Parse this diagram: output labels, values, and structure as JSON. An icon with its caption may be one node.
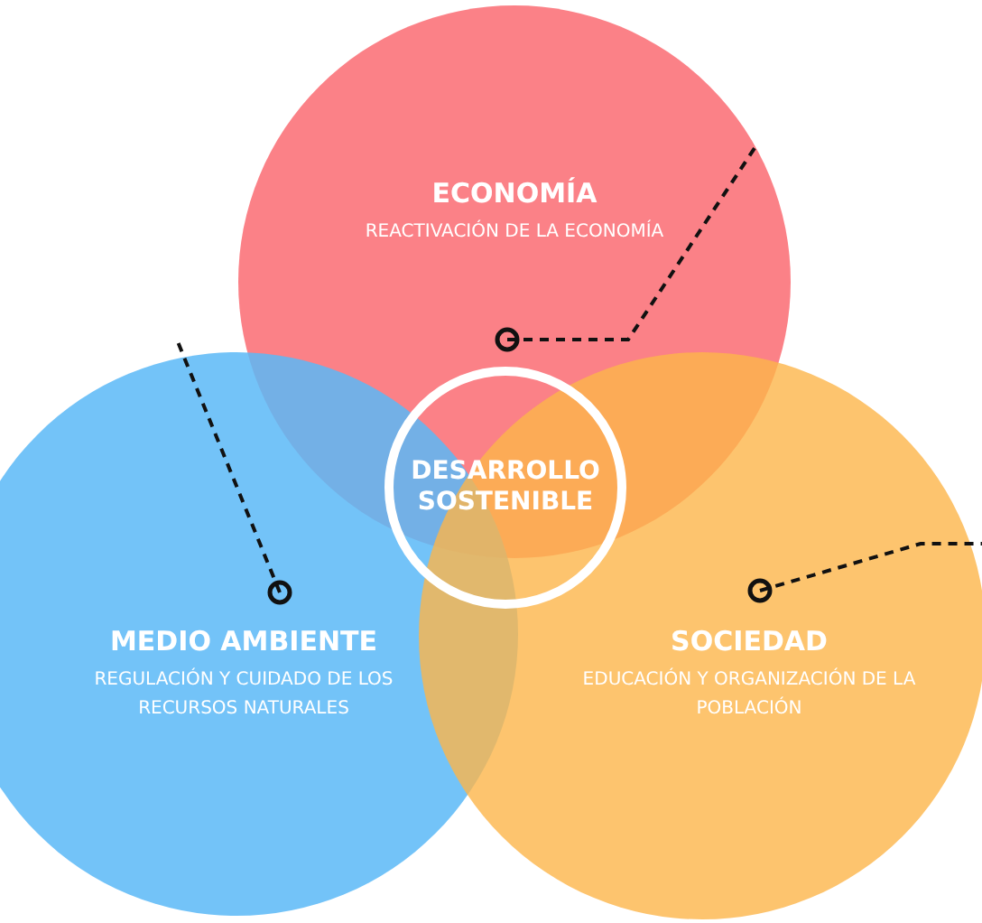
{
  "diagram": {
    "nodes": [
      {
        "text": [
          "ECONOMÍA",
          "REACTIVACIÓN DE LA ECONOMÍA"
        ]
      },
      {
        "text": [
          "MEDIO AMBIENTE",
          "REGULACIÓN Y CUIDADO DE LOS RECURSOS NATURALES"
        ]
      },
      {
        "text": [
          "SOCIEDAD",
          "EDUCACIÓN Y ORGANIZACIÓN DE LA POBLACIÓN"
        ]
      },
      {
        "text": [
          "DESARROLLO SOSTENIBLE"
        ]
      }
    ],
    "edges": [
      {
        "from": 0,
        "to": null,
        "arrow": "other",
        "style": "dashed"
      },
      {
        "from": 1,
        "to": null,
        "arrow": "other",
        "style": "dashed"
      },
      {
        "from": 2,
        "to": null,
        "arrow": "other",
        "style": "dashed"
      }
    ]
  }
}
